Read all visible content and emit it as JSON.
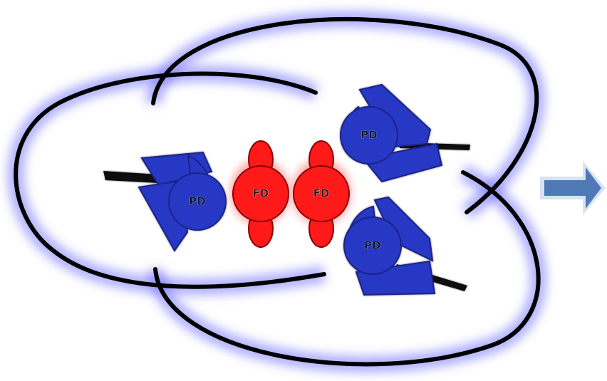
{
  "labels": {
    "pd_1": "PD",
    "pd_2": "PD",
    "pd_3": "PD",
    "fd_1": "FD",
    "fd_2": "FD"
  },
  "colors": {
    "pd_blue": "#2637c4",
    "fd_red": "#ff1a1a",
    "glow_blue": "#6b6bff",
    "arrow_blue": "#4f79b7",
    "arrow_outline": "#d7e3f3",
    "line_black": "#000000"
  }
}
